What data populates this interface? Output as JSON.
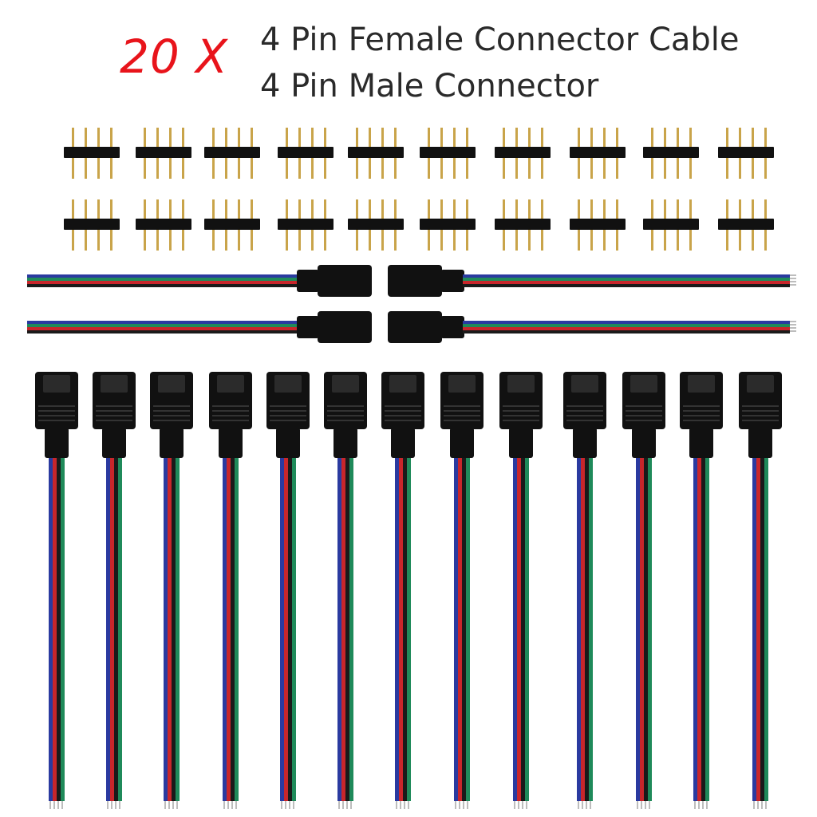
{
  "title": {
    "quantity": "20 X",
    "line1": "4 Pin Female Connector Cable",
    "line2": "4 Pin Male Connector"
  },
  "colors": {
    "quantity": "#e8141b",
    "text": "#2a2a2a",
    "housing": "#111111",
    "pin": "#c9a44a",
    "wire_black": "#1a1a1a",
    "wire_red": "#c8262b",
    "wire_green": "#1f8a5a",
    "wire_blue": "#2a3aa0"
  },
  "product": {
    "male_pin_headers": 20,
    "female_cable_pairs_shown": 2,
    "vertical_female_cables_shown": 13
  }
}
